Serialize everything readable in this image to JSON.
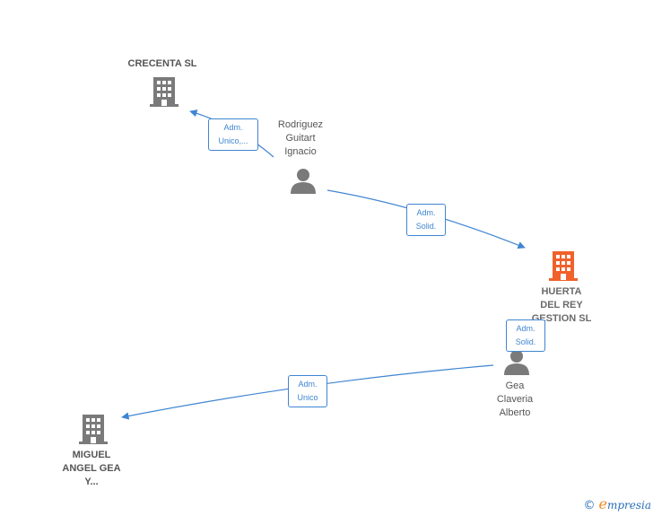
{
  "nodes": {
    "crecenta": {
      "label": "CRECENTA SL",
      "type": "company",
      "color": "#7a7a7a"
    },
    "rodriguez": {
      "lines": [
        "Rodriguez",
        "Guitart",
        "Ignacio"
      ],
      "type": "person",
      "color": "#7a7a7a"
    },
    "huerta": {
      "lines": [
        "HUERTA",
        "DEL REY",
        "GESTION  SL"
      ],
      "type": "company",
      "color": "#f0612c"
    },
    "gea": {
      "lines": [
        "Gea",
        "Claveria",
        "Alberto"
      ],
      "type": "person",
      "color": "#7a7a7a"
    },
    "miguel": {
      "lines": [
        "MIGUEL",
        "ANGEL GEA",
        "Y..."
      ],
      "type": "company",
      "color": "#7a7a7a"
    }
  },
  "edges": [
    {
      "from": "rodriguez",
      "to": "crecenta",
      "role": [
        "Adm.",
        "Unico,..."
      ]
    },
    {
      "from": "rodriguez",
      "to": "huerta",
      "role": [
        "Adm.",
        "Solid."
      ]
    },
    {
      "from": "gea",
      "to": "huerta",
      "role": [
        "Adm.",
        "Solid."
      ]
    },
    {
      "from": "gea",
      "to": "miguel",
      "role": [
        "Adm.",
        "Unico"
      ]
    }
  ],
  "edge_color": "#3f85d1",
  "footer": {
    "copyright": "©",
    "brand_initial": "e",
    "brand_rest": "mpresia"
  }
}
